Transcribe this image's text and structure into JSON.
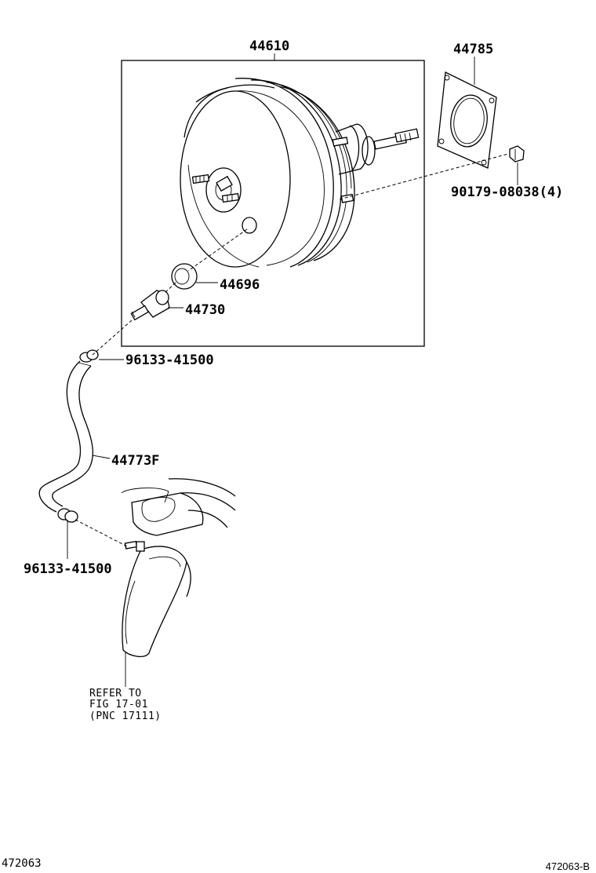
{
  "parts": {
    "booster": "44610",
    "gasket": "44785",
    "nut": "90179-08038(4)",
    "grommet": "44696",
    "check_valve": "44730",
    "clip_upper": "96133-41500",
    "hose": "44773F",
    "clip_lower": "96133-41500"
  },
  "reference": {
    "line1": "REFER TO",
    "line2": "FIG 17-01",
    "line3": "(PNC 17111)"
  },
  "footer": {
    "left": "472063",
    "right": "472063-B"
  },
  "colors": {
    "ink": "#000000",
    "paper": "#ffffff"
  }
}
